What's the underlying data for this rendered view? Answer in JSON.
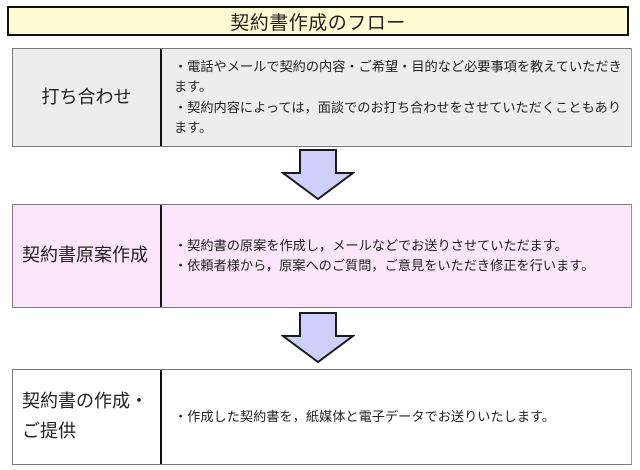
{
  "title": "契約書作成のフロー",
  "steps": [
    {
      "label": "打ち合わせ",
      "items": [
        "・電話やメールで契約の内容・ご希望・目的など必要事項を教えていただきます。",
        "・契約内容によっては，面談でのお打ち合わせをさせていただくこともあります。"
      ]
    },
    {
      "label": "契約書原案作成",
      "items": [
        "・契約書の原案を作成し，メールなどでお送りさせていただます。",
        "・依頼者様から，原案へのご質問，ご意見をいただき修正を行います。"
      ]
    },
    {
      "label_line1": "契約書の作成・",
      "label_line2": "ご提供",
      "items": [
        "・作成した契約書を，紙媒体と電子データでお送りいたします。"
      ]
    }
  ],
  "colors": {
    "title_bg": "#fdfcd3",
    "step1_bg": "#ededed",
    "step2_bg": "#fce6fb",
    "step3_bg": "#ffffff",
    "arrow_fill": "#cfcffb",
    "arrow_stroke": "#1a1a1a"
  }
}
